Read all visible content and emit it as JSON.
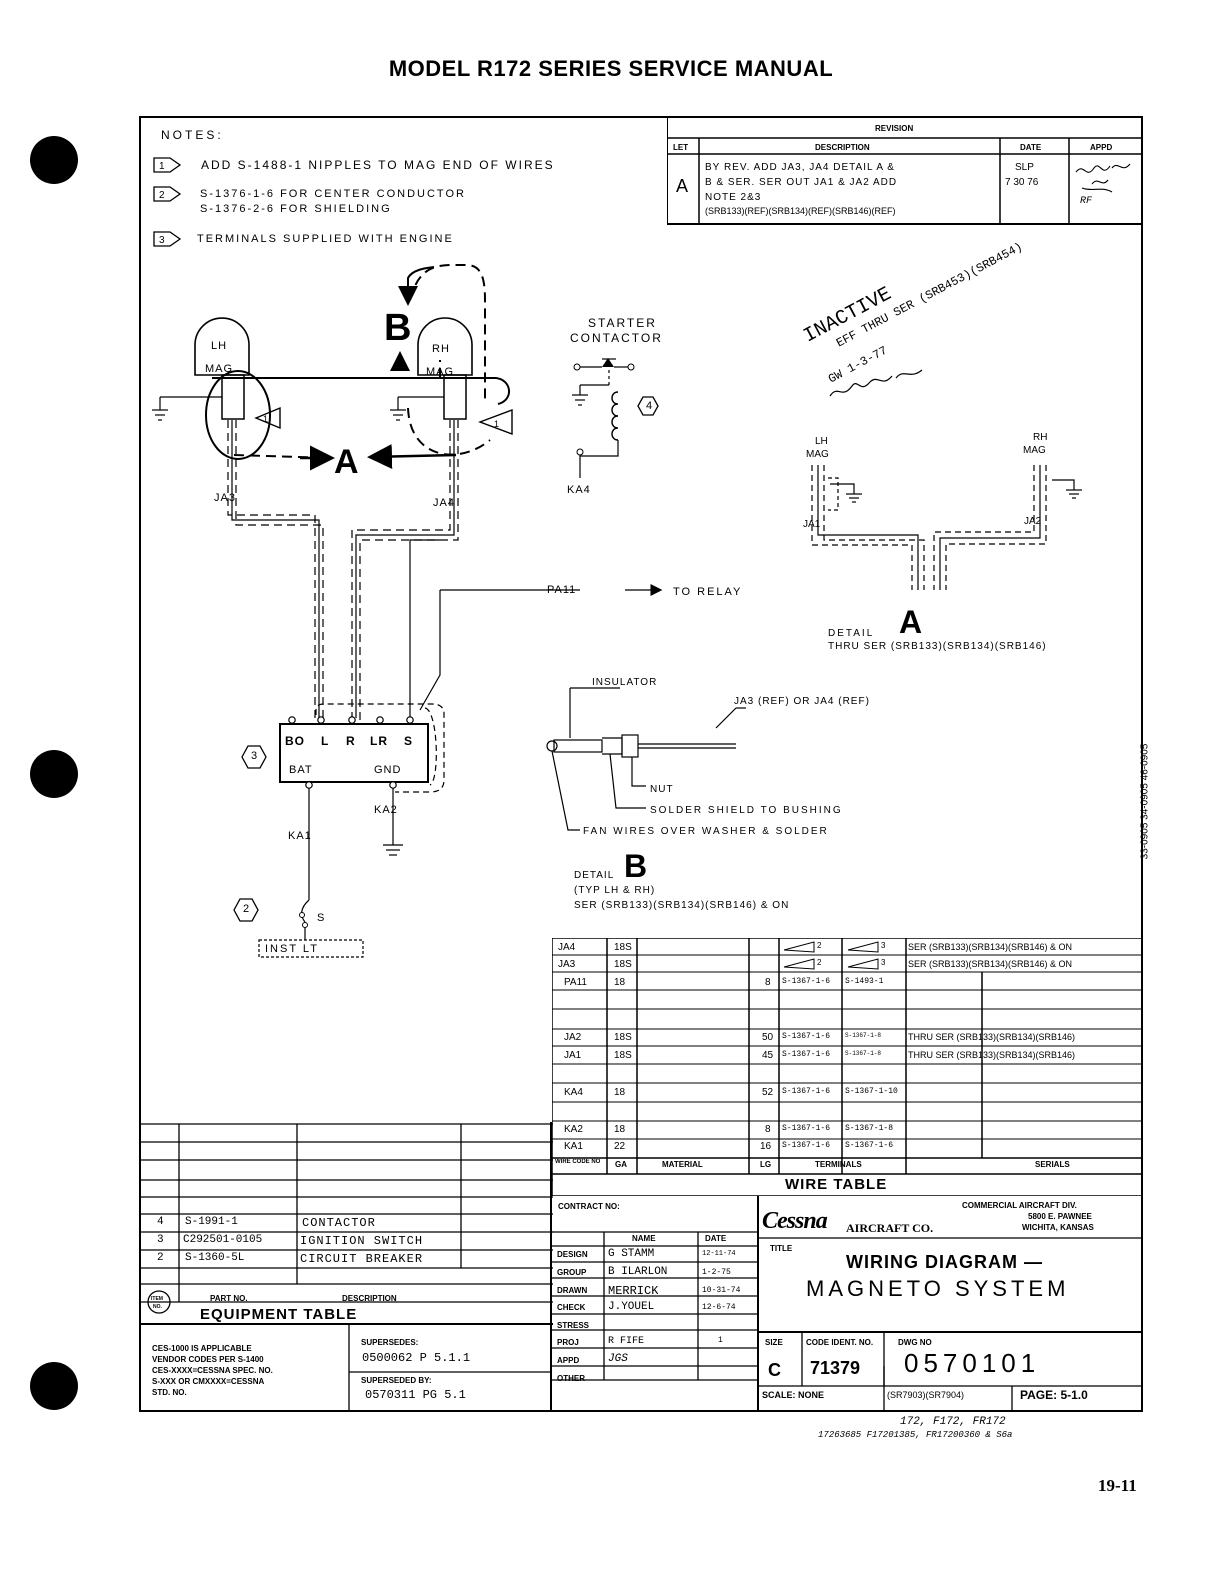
{
  "header": {
    "title": "MODEL R172 SERIES SERVICE MANUAL",
    "page_number": "19-11"
  },
  "notes": {
    "heading": "NOTES:",
    "items": [
      {
        "num": "1",
        "text": "ADD S-1488-1 NIPPLES TO MAG END OF WIRES"
      },
      {
        "num": "2",
        "text": "S-1376-1-6 FOR CENTER CONDUCTOR",
        "text2": "S-1376-2-6 FOR SHIELDING"
      },
      {
        "num": "3",
        "text": "TERMINALS SUPPLIED WITH ENGINE"
      }
    ]
  },
  "revision": {
    "title": "REVISION",
    "headers": {
      "let": "LET",
      "desc": "DESCRIPTION",
      "date": "DATE",
      "appd": "APPD"
    },
    "row": {
      "let": "A",
      "desc_lines": [
        "BY REV. ADD JA3, JA4 DETAIL A &",
        "B & SER. SER OUT JA1 & JA2 ADD",
        "NOTE 2&3",
        "(SRB133)(REF)(SRB134)(REF)(SRB146)(REF)"
      ],
      "date_lines": [
        "SLP",
        "7 30 76"
      ],
      "appd": "RF"
    }
  },
  "inactive_stamp": {
    "line1": "INACTIVE",
    "line2": "EFF THRU SER (SRB453)(SRB454)",
    "line3": "GW 1-3-77"
  },
  "diagram": {
    "lh_mag": [
      "LH",
      "MAG"
    ],
    "rh_mag": [
      "RH",
      "MAG"
    ],
    "starter_contactor": [
      "STARTER",
      "CONTACTOR"
    ],
    "detail_a_letter": "A",
    "detail_b_letter": "B",
    "wires": {
      "ja3": "JA3",
      "ja4": "JA4",
      "ka4": "KA4",
      "pa11": "PA11",
      "to_relay": "TO RELAY",
      "ka2": "KA2",
      "ka1": "KA1"
    },
    "switch_terminals": [
      "BO",
      "L",
      "R",
      "LR",
      "S"
    ],
    "bat": "BAT",
    "gnd": "GND",
    "callouts": [
      "1",
      "3",
      "4",
      "2"
    ],
    "s_label": "S",
    "inst_lt": "INST LT",
    "detail_a": {
      "lh": [
        "LH",
        "MAG"
      ],
      "rh": [
        "RH",
        "MAG"
      ],
      "ja1": "JA1",
      "ja2": "JA2",
      "label": "DETAIL",
      "letter": "A",
      "thru": "THRU SER (SRB133)(SRB134)(SRB146)"
    },
    "detail_b": {
      "insulator": "INSULATOR",
      "ref": "JA3 (REF) OR JA4 (REF)",
      "nut": "NUT",
      "solder": "SOLDER SHIELD TO BUSHING",
      "fan": "FAN WIRES OVER WASHER & SOLDER",
      "label": "DETAIL",
      "letter": "B",
      "typ": "(TYP LH & RH)",
      "ser": "SER (SRB133)(SRB134)(SRB146) & ON"
    },
    "side_numbers": "33-0905 34-0905 46-0905"
  },
  "wire_table": {
    "title": "WIRE TABLE",
    "headers": {
      "wire_code_no": "WIRE CODE NO",
      "ga": "GA",
      "material": "MATERIAL",
      "lg": "LG",
      "terminals": "TERMINALS",
      "serials": "SERIALS"
    },
    "rows": [
      {
        "code": "JA4",
        "ga": "18S",
        "lg": "",
        "t1": "2",
        "t2": "3",
        "serials": "SER (SRB133)(SRB134)(SRB146) & ON"
      },
      {
        "code": "JA3",
        "ga": "18S",
        "lg": "",
        "t1": "2",
        "t2": "3",
        "serials": "SER (SRB133)(SRB134)(SRB146) & ON"
      },
      {
        "code": "PA11",
        "ga": "18",
        "lg": "8",
        "t1": "S-1367-1-6",
        "t2": "S-1493-1",
        "serials": ""
      },
      {
        "code": "",
        "ga": "",
        "lg": "",
        "t1": "",
        "t2": "",
        "serials": ""
      },
      {
        "code": "",
        "ga": "",
        "lg": "",
        "t1": "",
        "t2": "",
        "serials": ""
      },
      {
        "code": "JA2",
        "ga": "18S",
        "lg": "50",
        "t1": "S-1367-1-6",
        "t2": "S-1367-1-8",
        "serials": "THRU SER (SRB133)(SRB134)(SRB146)"
      },
      {
        "code": "JA1",
        "ga": "18S",
        "lg": "45",
        "t1": "S-1367-1-6",
        "t2": "S-1367-1-8",
        "serials": "THRU SER (SRB133)(SRB134)(SRB146)"
      },
      {
        "code": "",
        "ga": "",
        "lg": "",
        "t1": "",
        "t2": "",
        "serials": ""
      },
      {
        "code": "KA4",
        "ga": "18",
        "lg": "52",
        "t1": "S-1367-1-6",
        "t2": "S-1367-1-10",
        "serials": ""
      },
      {
        "code": "",
        "ga": "",
        "lg": "",
        "t1": "",
        "t2": "",
        "serials": ""
      },
      {
        "code": "KA2",
        "ga": "18",
        "lg": "8",
        "t1": "S-1367-1-6",
        "t2": "S-1367-1-8",
        "serials": ""
      },
      {
        "code": "KA1",
        "ga": "22",
        "lg": "16",
        "t1": "S-1367-1-6",
        "t2": "S-1367-1-6",
        "serials": ""
      }
    ]
  },
  "equipment_table": {
    "title": "EQUIPMENT TABLE",
    "headers": {
      "item": "ITEM NO",
      "part": "PART NO.",
      "desc": "DESCRIPTION"
    },
    "rows": [
      {
        "item": "4",
        "part": "S-1991-1",
        "desc": "CONTACTOR"
      },
      {
        "item": "3",
        "part": "C292501-0105",
        "desc": "IGNITION SWITCH"
      },
      {
        "item": "2",
        "part": "S-1360-5L",
        "desc": "CIRCUIT BREAKER"
      }
    ]
  },
  "title_block": {
    "notes": [
      "CES-1000 IS APPLICABLE",
      "VENDOR CODES PER S-1400",
      "CES-XXXX=CESSNA SPEC. NO.",
      "S-XXX OR CMXXXX=CESSNA",
      "STD. NO."
    ],
    "supersedes_label": "SUPERSEDES:",
    "supersedes_value": "0500062  P 5.1.1",
    "superseded_by_label": "SUPERSEDED BY:",
    "superseded_by_value": "0570311 PG 5.1",
    "contract_no": "CONTRACT NO:",
    "name_hdr": "NAME",
    "date_hdr": "DATE",
    "sign_rows": [
      {
        "role": "DESIGN",
        "name": "G STAMM",
        "date": "12-11-74"
      },
      {
        "role": "GROUP",
        "name": "B ILARLON",
        "date": "1-2-75"
      },
      {
        "role": "DRAWN",
        "name": "MERRICK",
        "date": "10-31-74"
      },
      {
        "role": "CHECK",
        "name": "J.YOUEL",
        "date": "12-6-74"
      },
      {
        "role": "STRESS",
        "name": "",
        "date": ""
      },
      {
        "role": "PROJ",
        "name": "R FIFE",
        "date": "1"
      },
      {
        "role": "APPD",
        "name": "JGS",
        "date": ""
      },
      {
        "role": "OTHER",
        "name": "",
        "date": ""
      }
    ],
    "company": {
      "logo": "Cessna",
      "logo_suffix": "AIRCRAFT CO.",
      "division": "COMMERCIAL AIRCRAFT DIV.",
      "address1": "5800 E. PAWNEE",
      "address2": "WICHITA, KANSAS"
    },
    "title_label": "TITLE",
    "title1": "WIRING DIAGRAM —",
    "title2": "MAGNETO SYSTEM",
    "size_label": "SIZE",
    "size": "C",
    "code_ident_label": "CODE IDENT. NO.",
    "code_ident": "71379",
    "dwg_no_label": "DWG NO",
    "dwg_no": "0570101",
    "scale": "SCALE: NONE",
    "effectivity": "(SR7903)(SR7904)",
    "page": "PAGE: 5-1.0"
  },
  "footer_notes": {
    "line1": "172, F172, FR172",
    "line2": "17263685 F17201385, FR17200360 & S6a"
  }
}
